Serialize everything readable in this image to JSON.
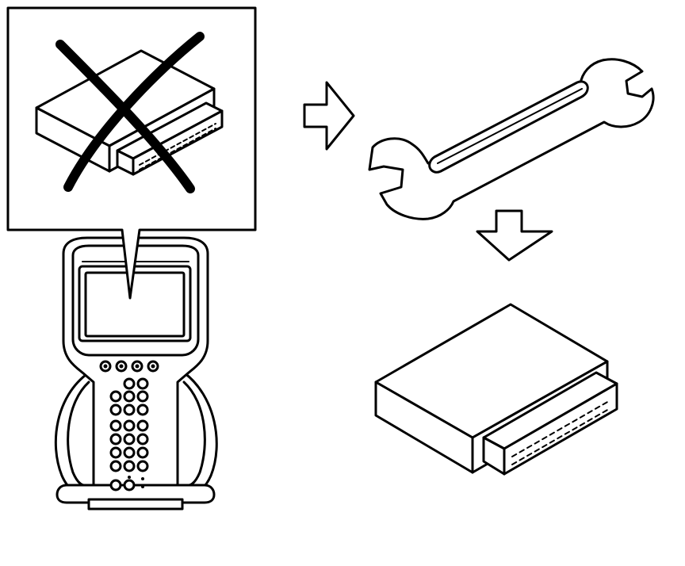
{
  "illustration": {
    "panels": [
      {
        "id": "crossed-module-callout",
        "icon": "module-crossed-out-icon"
      },
      {
        "id": "scan-tool",
        "icon": "handheld-scan-tool-icon"
      },
      {
        "id": "wrench",
        "icon": "wrench-icon"
      },
      {
        "id": "new-module",
        "icon": "control-module-icon"
      }
    ],
    "arrows": [
      {
        "direction": "right",
        "icon": "arrow-right-icon"
      },
      {
        "direction": "down",
        "icon": "arrow-down-icon"
      }
    ],
    "colors": {
      "ink": "#000000",
      "paper": "#ffffff"
    }
  }
}
